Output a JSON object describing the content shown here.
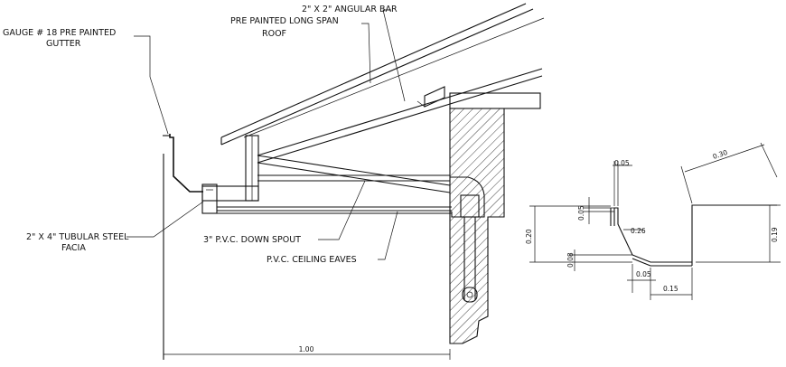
{
  "labels": {
    "gutter_line1": "GAUGE # 18 PRE PAINTED",
    "gutter_line2": "GUTTER",
    "angular_bar": "2\" X 2\" ANGULAR BAR",
    "roof_line1": "PRE PAINTED LONG SPAN",
    "roof_line2": "ROOF",
    "facia_line1": "2\" X 4\" TUBULAR STEEL",
    "facia_line2": "FACIA",
    "down_spout": "3\" P.V.C. DOWN SPOUT",
    "ceiling_eaves": "P.V.C. CEILING EAVES"
  },
  "dimensions": {
    "overall_width": "1.00",
    "gutter_lip_top": "0.05",
    "gutter_lip_side": "0.05",
    "gutter_slope": "0.26",
    "gutter_height": "0.20",
    "gutter_step": "0.08",
    "gutter_bottom_step": "0.05",
    "gutter_base": "0.15",
    "gutter_back_width": "0.30",
    "gutter_back_height": "0.19"
  }
}
